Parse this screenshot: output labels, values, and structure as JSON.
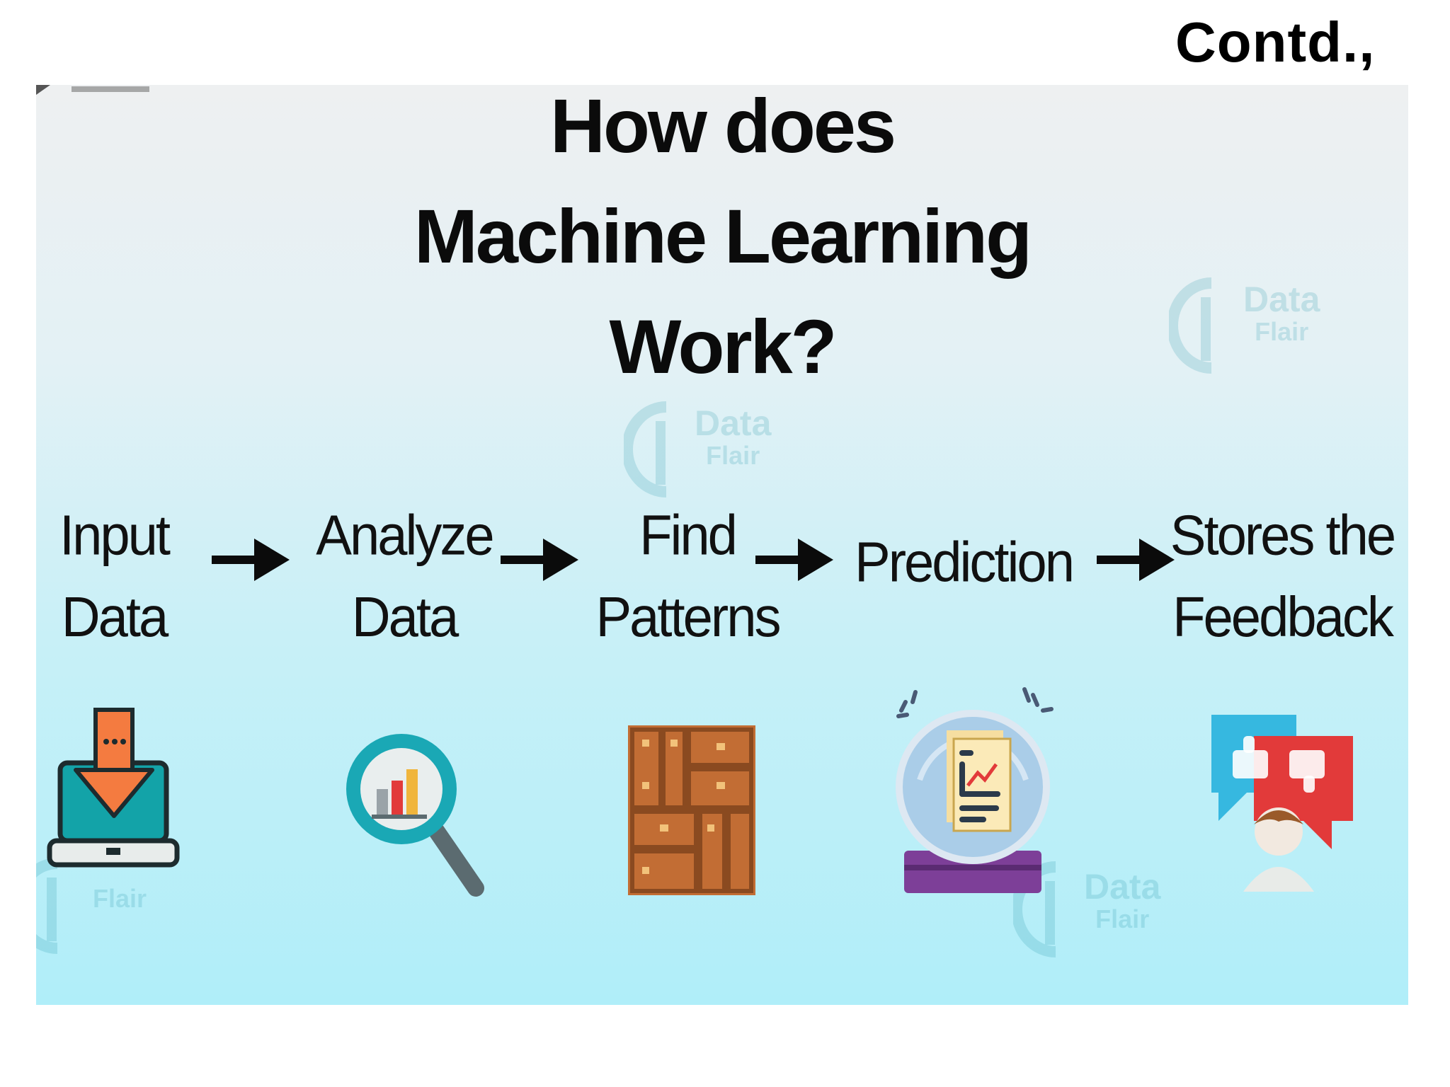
{
  "header": {
    "contd_label": "Contd.,"
  },
  "diagram": {
    "title_lines": [
      "How does",
      "Machine Learning",
      "Work?"
    ],
    "steps": [
      {
        "lines": [
          "Input",
          "Data"
        ],
        "icon": "laptop-download-icon"
      },
      {
        "lines": [
          "Analyze",
          "Data"
        ],
        "icon": "magnifier-chart-icon"
      },
      {
        "lines": [
          "Find",
          "Patterns"
        ],
        "icon": "pattern-blocks-icon"
      },
      {
        "lines": [
          "Prediction"
        ],
        "icon": "crystal-ball-icon"
      },
      {
        "lines": [
          "Stores the",
          "Feedback"
        ],
        "icon": "thumbs-feedback-icon"
      }
    ],
    "watermark": {
      "line1": "Data",
      "line2": "Flair"
    },
    "colors": {
      "panel_top": "#eef0f1",
      "panel_bottom": "#b0eef9",
      "teal": "#13a3a8",
      "orange": "#f47b40",
      "brown": "#c26d34",
      "purple": "#7d3f98",
      "blue": "#36b8e0",
      "red": "#e23a3a"
    }
  }
}
